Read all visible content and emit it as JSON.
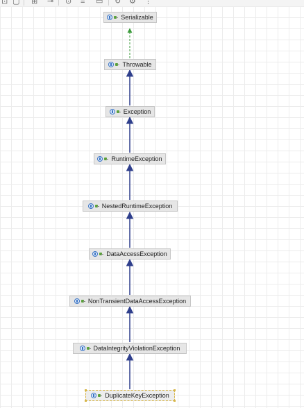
{
  "toolbar": {
    "icons": [
      "layout-icon",
      "route-icon",
      "grid-icon",
      "zoom-icon",
      "export-icon",
      "filter-icon",
      "copy-icon",
      "refresh-icon",
      "settings-icon",
      "more-icon"
    ]
  },
  "diagram": {
    "nodes": [
      {
        "id": "serializable",
        "label": "Serializable",
        "kind": "interface"
      },
      {
        "id": "throwable",
        "label": "Throwable",
        "kind": "class"
      },
      {
        "id": "exception",
        "label": "Exception",
        "kind": "class"
      },
      {
        "id": "runtime-exception",
        "label": "RuntimeException",
        "kind": "class"
      },
      {
        "id": "nested-runtime-exception",
        "label": "NestedRuntimeException",
        "kind": "class"
      },
      {
        "id": "data-access-exception",
        "label": "DataAccessException",
        "kind": "class"
      },
      {
        "id": "non-transient-data-access-exception",
        "label": "NonTransientDataAccessException",
        "kind": "class"
      },
      {
        "id": "data-integrity-violation-exception",
        "label": "DataIntegrityViolationException",
        "kind": "class"
      },
      {
        "id": "duplicate-key-exception",
        "label": "DuplicateKeyException",
        "kind": "class",
        "selected": true
      }
    ],
    "edges": [
      {
        "from": "throwable",
        "to": "serializable",
        "type": "implements",
        "color": "#3a9a3a"
      },
      {
        "from": "exception",
        "to": "throwable",
        "type": "extends",
        "color": "#2f3f8c"
      },
      {
        "from": "runtime-exception",
        "to": "exception",
        "type": "extends",
        "color": "#2f3f8c"
      },
      {
        "from": "nested-runtime-exception",
        "to": "runtime-exception",
        "type": "extends",
        "color": "#2f3f8c"
      },
      {
        "from": "data-access-exception",
        "to": "nested-runtime-exception",
        "type": "extends",
        "color": "#2f3f8c"
      },
      {
        "from": "non-transient-data-access-exception",
        "to": "data-access-exception",
        "type": "extends",
        "color": "#2f3f8c"
      },
      {
        "from": "data-integrity-violation-exception",
        "to": "non-transient-data-access-exception",
        "type": "extends",
        "color": "#2f3f8c"
      },
      {
        "from": "duplicate-key-exception",
        "to": "data-integrity-violation-exception",
        "type": "extends",
        "color": "#2f3f8c"
      }
    ]
  }
}
